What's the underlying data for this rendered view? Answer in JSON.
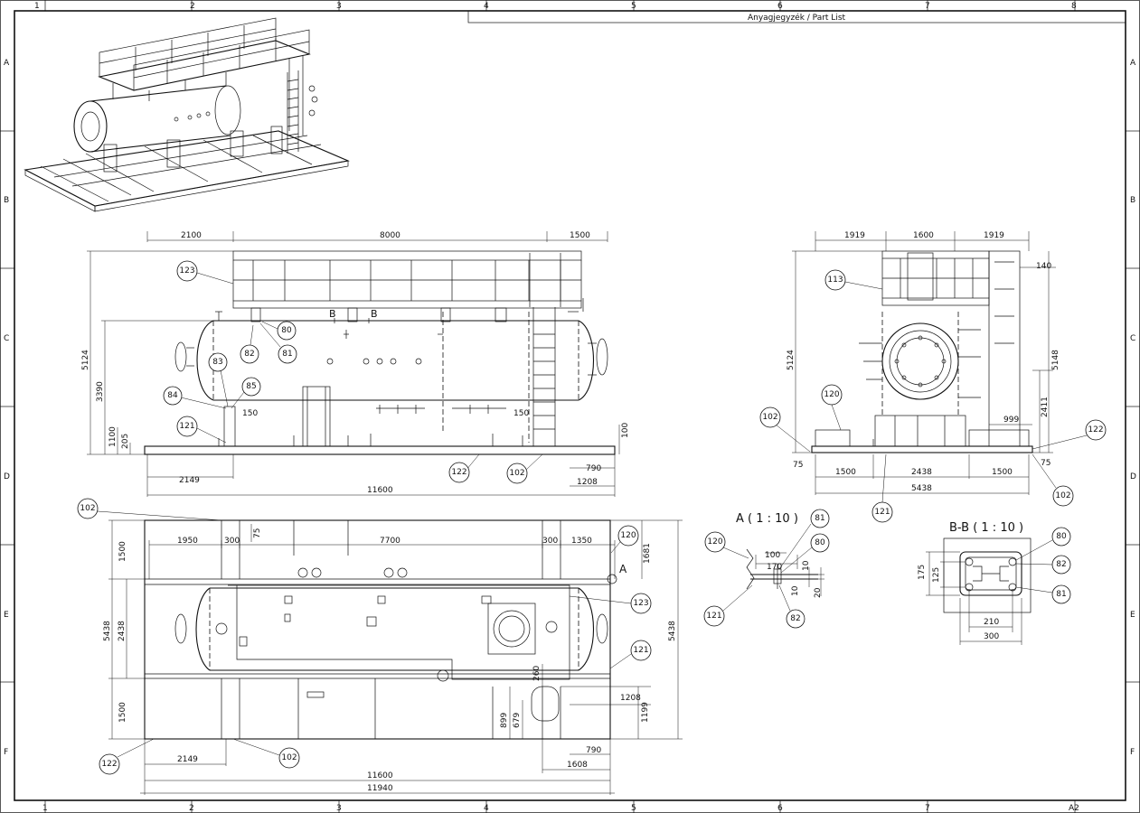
{
  "title_block": {
    "part_list_label": "Anyagjegyzék / Part List",
    "sheet_size": "A2"
  },
  "zones": {
    "columns": [
      "1",
      "2",
      "3",
      "4",
      "5",
      "6",
      "7",
      "8"
    ],
    "rows": [
      "A",
      "B",
      "C",
      "D",
      "E",
      "F"
    ]
  },
  "front_view": {
    "top_dims": [
      "2100",
      "8000",
      "1500"
    ],
    "left_dims": [
      "5124",
      "3390",
      "1100",
      "205"
    ],
    "right_dim": "100",
    "bottom_dims": [
      "2149",
      "11600",
      "790",
      "1208"
    ],
    "inline_dims": [
      "150",
      "150"
    ],
    "section_marks": [
      "B",
      "B"
    ],
    "balloons": [
      "123",
      "80",
      "81",
      "82",
      "83",
      "84",
      "85",
      "121",
      "122",
      "102"
    ]
  },
  "side_view": {
    "top_dims": [
      "1919",
      "1600",
      "1919"
    ],
    "left_dim": "5124",
    "right_dims": [
      "140",
      "5148",
      "2411",
      "999"
    ],
    "bottom_dims": [
      "75",
      "75",
      "1500",
      "2438",
      "1500",
      "5438"
    ],
    "balloons": [
      "113",
      "120",
      "102",
      "122",
      "121",
      "102"
    ]
  },
  "plan_view": {
    "top_dims": [
      "1950",
      "300",
      "7700",
      "300",
      "1350"
    ],
    "small_dim": "75",
    "left_dims": [
      "1500",
      "5438",
      "2438",
      "1500"
    ],
    "right_dims": [
      "1681",
      "5438",
      "1208",
      "1199"
    ],
    "bottom_dims": [
      "2149",
      "11600",
      "11940",
      "790",
      "1608"
    ],
    "inner_dims": [
      "899",
      "679",
      "260"
    ],
    "view_mark": "A",
    "balloons": [
      "102",
      "120",
      "123",
      "121",
      "122",
      "102"
    ]
  },
  "detail_a": {
    "title": "A ( 1 : 10 )",
    "dims": [
      "170",
      "100",
      "10",
      "10",
      "20"
    ],
    "balloons": [
      "120",
      "81",
      "80",
      "121",
      "82"
    ]
  },
  "detail_bb": {
    "title": "B-B ( 1 : 10 )",
    "dims": [
      "175",
      "125",
      "210",
      "300"
    ],
    "balloons": [
      "80",
      "82",
      "81"
    ]
  }
}
